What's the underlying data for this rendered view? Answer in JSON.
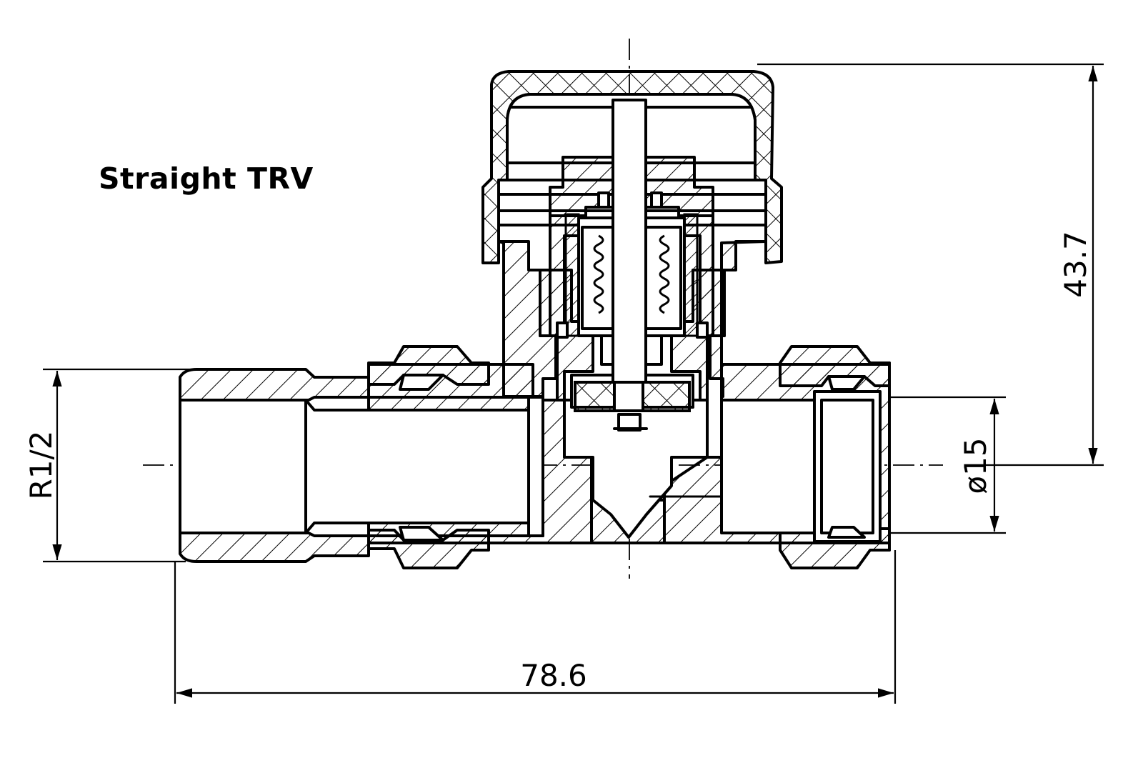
{
  "title": "Straight TRV",
  "dimensions": {
    "overall_length": "78.6",
    "overall_height": "43.7",
    "thread_size": "R1/2",
    "pipe_diameter": "ø15"
  }
}
